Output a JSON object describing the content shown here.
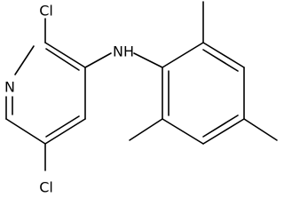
{
  "structure": {
    "atoms": {
      "ring_nitrogen": "N",
      "amine_nitrogen": "NH",
      "chlorine_2": "Cl",
      "chlorine_5": "Cl"
    }
  }
}
